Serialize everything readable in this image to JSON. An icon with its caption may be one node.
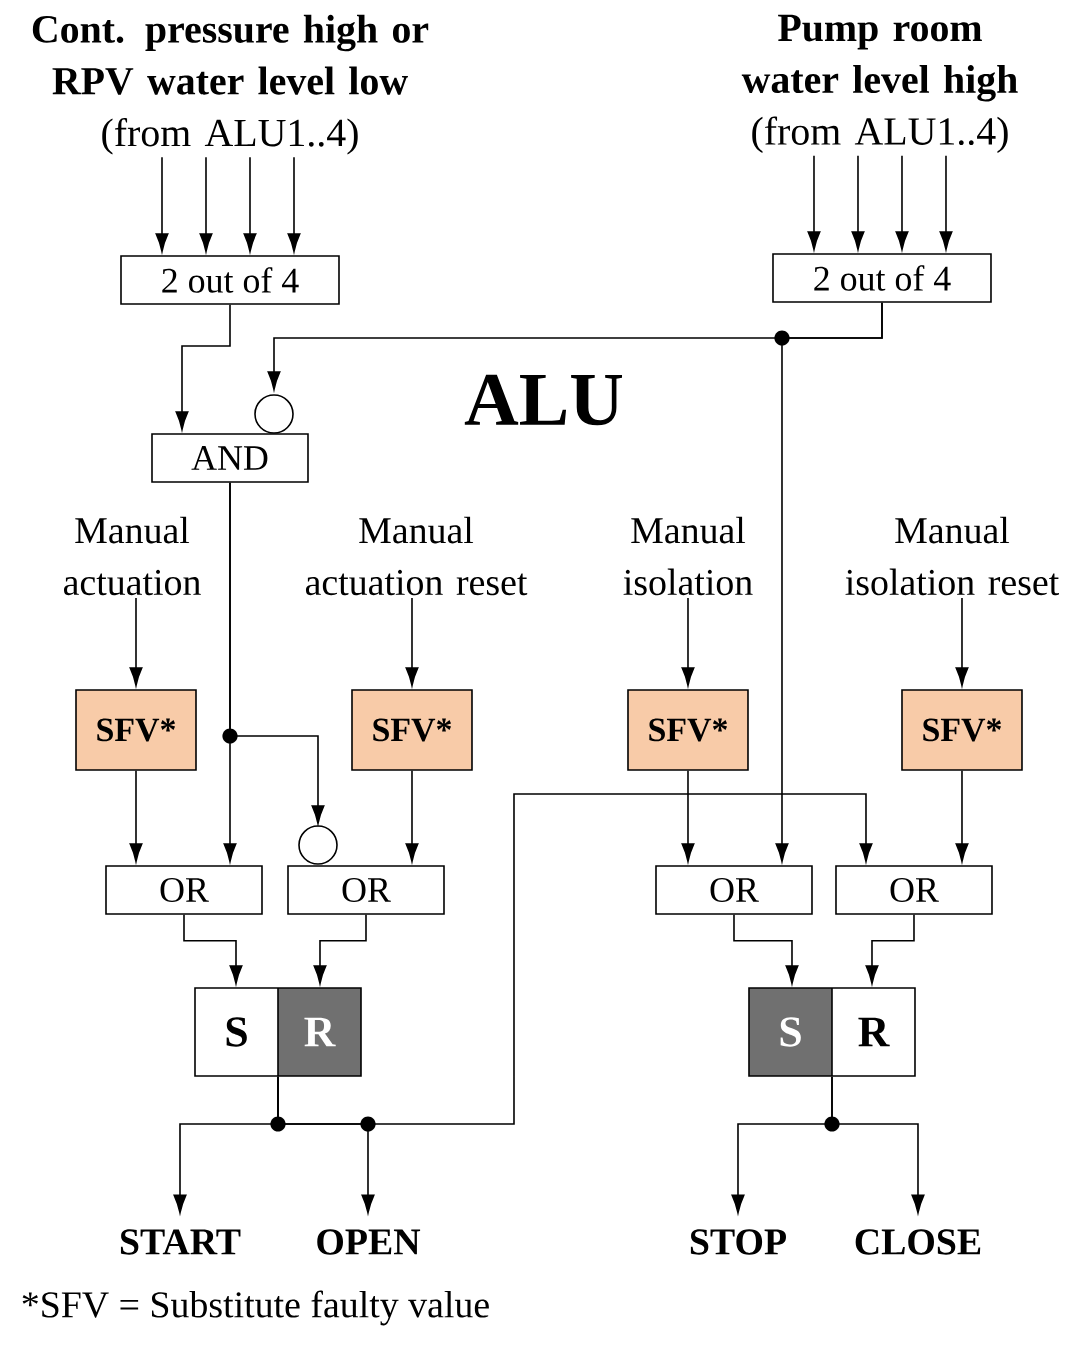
{
  "diagram": {
    "title": "ALU",
    "nodes": [
      {
        "text": [
          "Cont. pressure high or RPV water level low",
          "(from ALU1..4)"
        ]
      },
      {
        "text": [
          "Pump room water level high",
          "(from ALU1..4)"
        ]
      },
      {
        "text": [
          "2 out of 4"
        ]
      },
      {
        "text": [
          "2 out of 4"
        ]
      },
      {
        "text": [
          "AND"
        ]
      },
      {
        "text": [
          "Manual actuation"
        ]
      },
      {
        "text": [
          "Manual actuation reset"
        ]
      },
      {
        "text": [
          "Manual isolation"
        ]
      },
      {
        "text": [
          "Manual isolation reset"
        ]
      },
      {
        "text": [
          "SFV*"
        ]
      },
      {
        "text": [
          "SFV*"
        ]
      },
      {
        "text": [
          "SFV*"
        ]
      },
      {
        "text": [
          "SFV*"
        ]
      },
      {
        "text": [
          "OR"
        ]
      },
      {
        "text": [
          "OR"
        ]
      },
      {
        "text": [
          "OR"
        ]
      },
      {
        "text": [
          "OR"
        ]
      },
      {
        "text": [
          "S",
          "R"
        ]
      },
      {
        "text": [
          "S",
          "R"
        ]
      },
      {
        "text": [
          "START"
        ]
      },
      {
        "text": [
          "OPEN"
        ]
      },
      {
        "text": [
          "STOP"
        ]
      },
      {
        "text": [
          "CLOSE"
        ]
      }
    ],
    "edges": [
      {
        "from": 0,
        "to": 2,
        "arrow": "to"
      },
      {
        "from": 0,
        "to": 2,
        "arrow": "to"
      },
      {
        "from": 0,
        "to": 2,
        "arrow": "to"
      },
      {
        "from": 0,
        "to": 2,
        "arrow": "to"
      },
      {
        "from": 1,
        "to": 3,
        "arrow": "to"
      },
      {
        "from": 1,
        "to": 3,
        "arrow": "to"
      },
      {
        "from": 1,
        "to": 3,
        "arrow": "to"
      },
      {
        "from": 1,
        "to": 3,
        "arrow": "to"
      },
      {
        "from": 2,
        "to": 4,
        "arrow": "to"
      },
      {
        "from": 3,
        "to": 4,
        "arrow": "to"
      },
      {
        "from": 3,
        "to": 15,
        "arrow": "to"
      },
      {
        "from": 4,
        "to": 13,
        "arrow": "to"
      },
      {
        "from": 4,
        "to": 14,
        "arrow": "to"
      },
      {
        "from": 5,
        "to": 9,
        "arrow": "to"
      },
      {
        "from": 6,
        "to": 10,
        "arrow": "to"
      },
      {
        "from": 7,
        "to": 11,
        "arrow": "to"
      },
      {
        "from": 8,
        "to": 12,
        "arrow": "to"
      },
      {
        "from": 9,
        "to": 13,
        "arrow": "to"
      },
      {
        "from": 10,
        "to": 14,
        "arrow": "to"
      },
      {
        "from": 11,
        "to": 15,
        "arrow": "to"
      },
      {
        "from": 12,
        "to": 16,
        "arrow": "to"
      },
      {
        "from": 13,
        "to": 17,
        "arrow": "to"
      },
      {
        "from": 14,
        "to": 17,
        "arrow": "to"
      },
      {
        "from": 15,
        "to": 18,
        "arrow": "to"
      },
      {
        "from": 16,
        "to": 18,
        "arrow": "to"
      },
      {
        "from": 17,
        "to": 19,
        "arrow": "to"
      },
      {
        "from": 17,
        "to": 20,
        "arrow": "to"
      },
      {
        "from": 17,
        "to": 16,
        "arrow": "to"
      },
      {
        "from": 18,
        "to": 21,
        "arrow": "to"
      },
      {
        "from": 18,
        "to": 22,
        "arrow": "to"
      }
    ],
    "labels": [
      "*SFV = Substitute faulty value"
    ]
  }
}
